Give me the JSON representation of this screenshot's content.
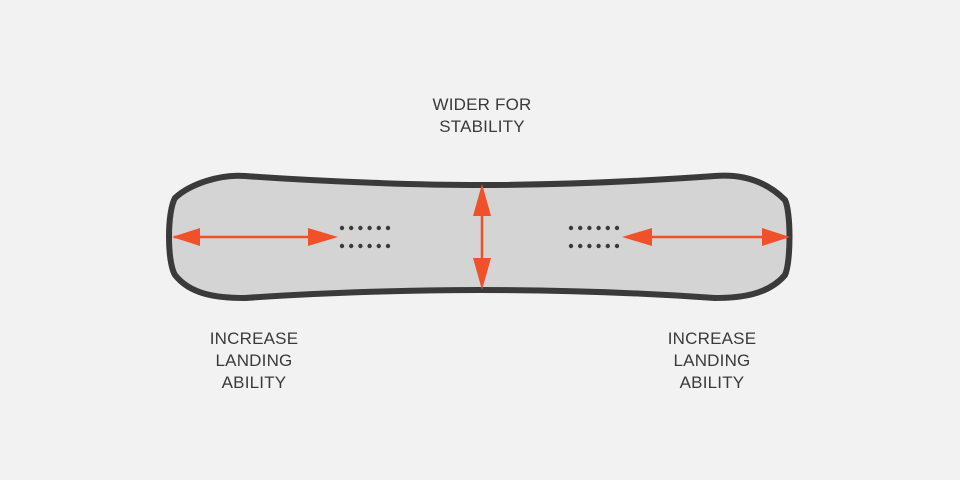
{
  "labels": {
    "top": [
      "WIDER FOR",
      "STABILITY"
    ],
    "left": [
      "INCREASE",
      "LANDING",
      "ABILITY"
    ],
    "right": [
      "INCREASE",
      "LANDING",
      "ABILITY"
    ]
  },
  "colors": {
    "background": "#f2f2f2",
    "board_fill": "#d4d4d4",
    "board_outline": "#3a3a3a",
    "arrow": "#f0512a",
    "text": "#3a3a3a"
  },
  "icons": {
    "arrows": [
      "double-arrow-horizontal",
      "double-arrow-vertical",
      "double-arrow-horizontal"
    ],
    "insert_holes": "binding-insert-dots"
  }
}
